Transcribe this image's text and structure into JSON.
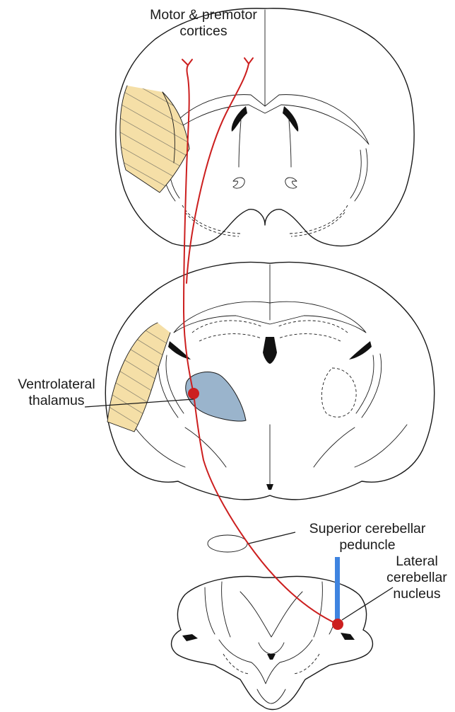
{
  "labels": {
    "motor_cortex_line1": "Motor & premotor",
    "motor_cortex_line2": "cortices",
    "vl_thalamus_line1": "Ventrolateral",
    "vl_thalamus_line2": "thalamus",
    "scp_line1": "Superior cerebellar",
    "scp_line2": "peduncle",
    "lcn_line1": "Lateral",
    "lcn_line2": "cerebellar",
    "lcn_line3": "nucleus"
  },
  "colors": {
    "outline": "#1a1a1a",
    "motor_cortex_fill": "#f5dfa7",
    "thalamus_fill": "#9ab4cc",
    "pathway": "#cc1f1f",
    "probe": "#3f84e0",
    "ventricle": "#111111"
  }
}
